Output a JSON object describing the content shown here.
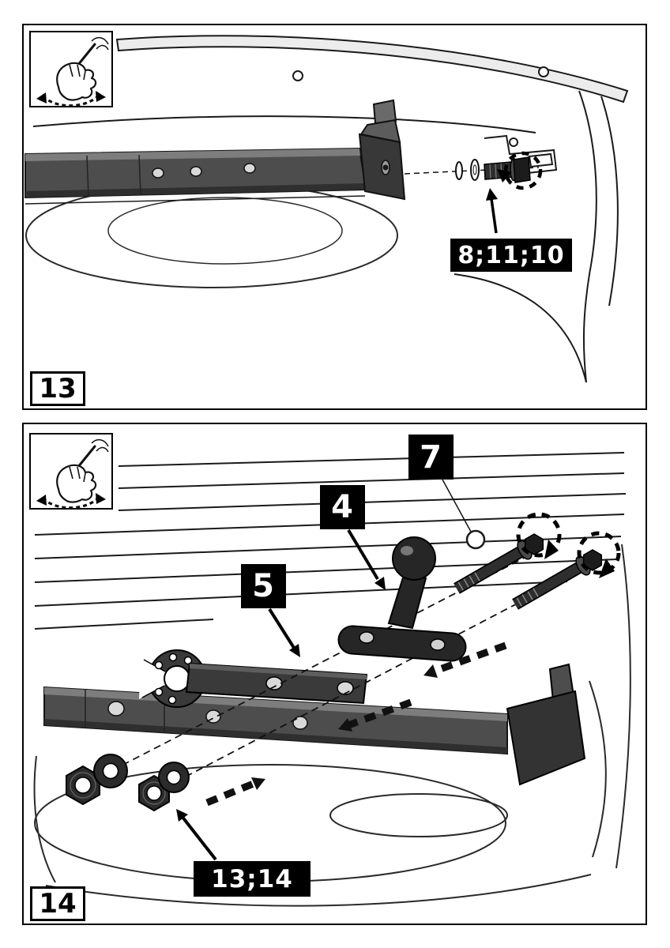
{
  "panels": [
    {
      "step": "13",
      "icon": "hand-adjust-icon",
      "callouts": [
        {
          "label": "8;11;10"
        }
      ]
    },
    {
      "step": "14",
      "icon": "hand-adjust-icon",
      "callouts": [
        {
          "label": "4"
        },
        {
          "label": "5"
        },
        {
          "label": "7"
        },
        {
          "label": "13;14"
        }
      ]
    }
  ],
  "colors": {
    "outline": "#1a1a1a",
    "metal_dark": "#262626",
    "metal_mid": "#4d4d4d",
    "metal_light": "#d9d9d9",
    "label_background": "#000000",
    "label_text": "#ffffff",
    "background": "#ffffff"
  }
}
